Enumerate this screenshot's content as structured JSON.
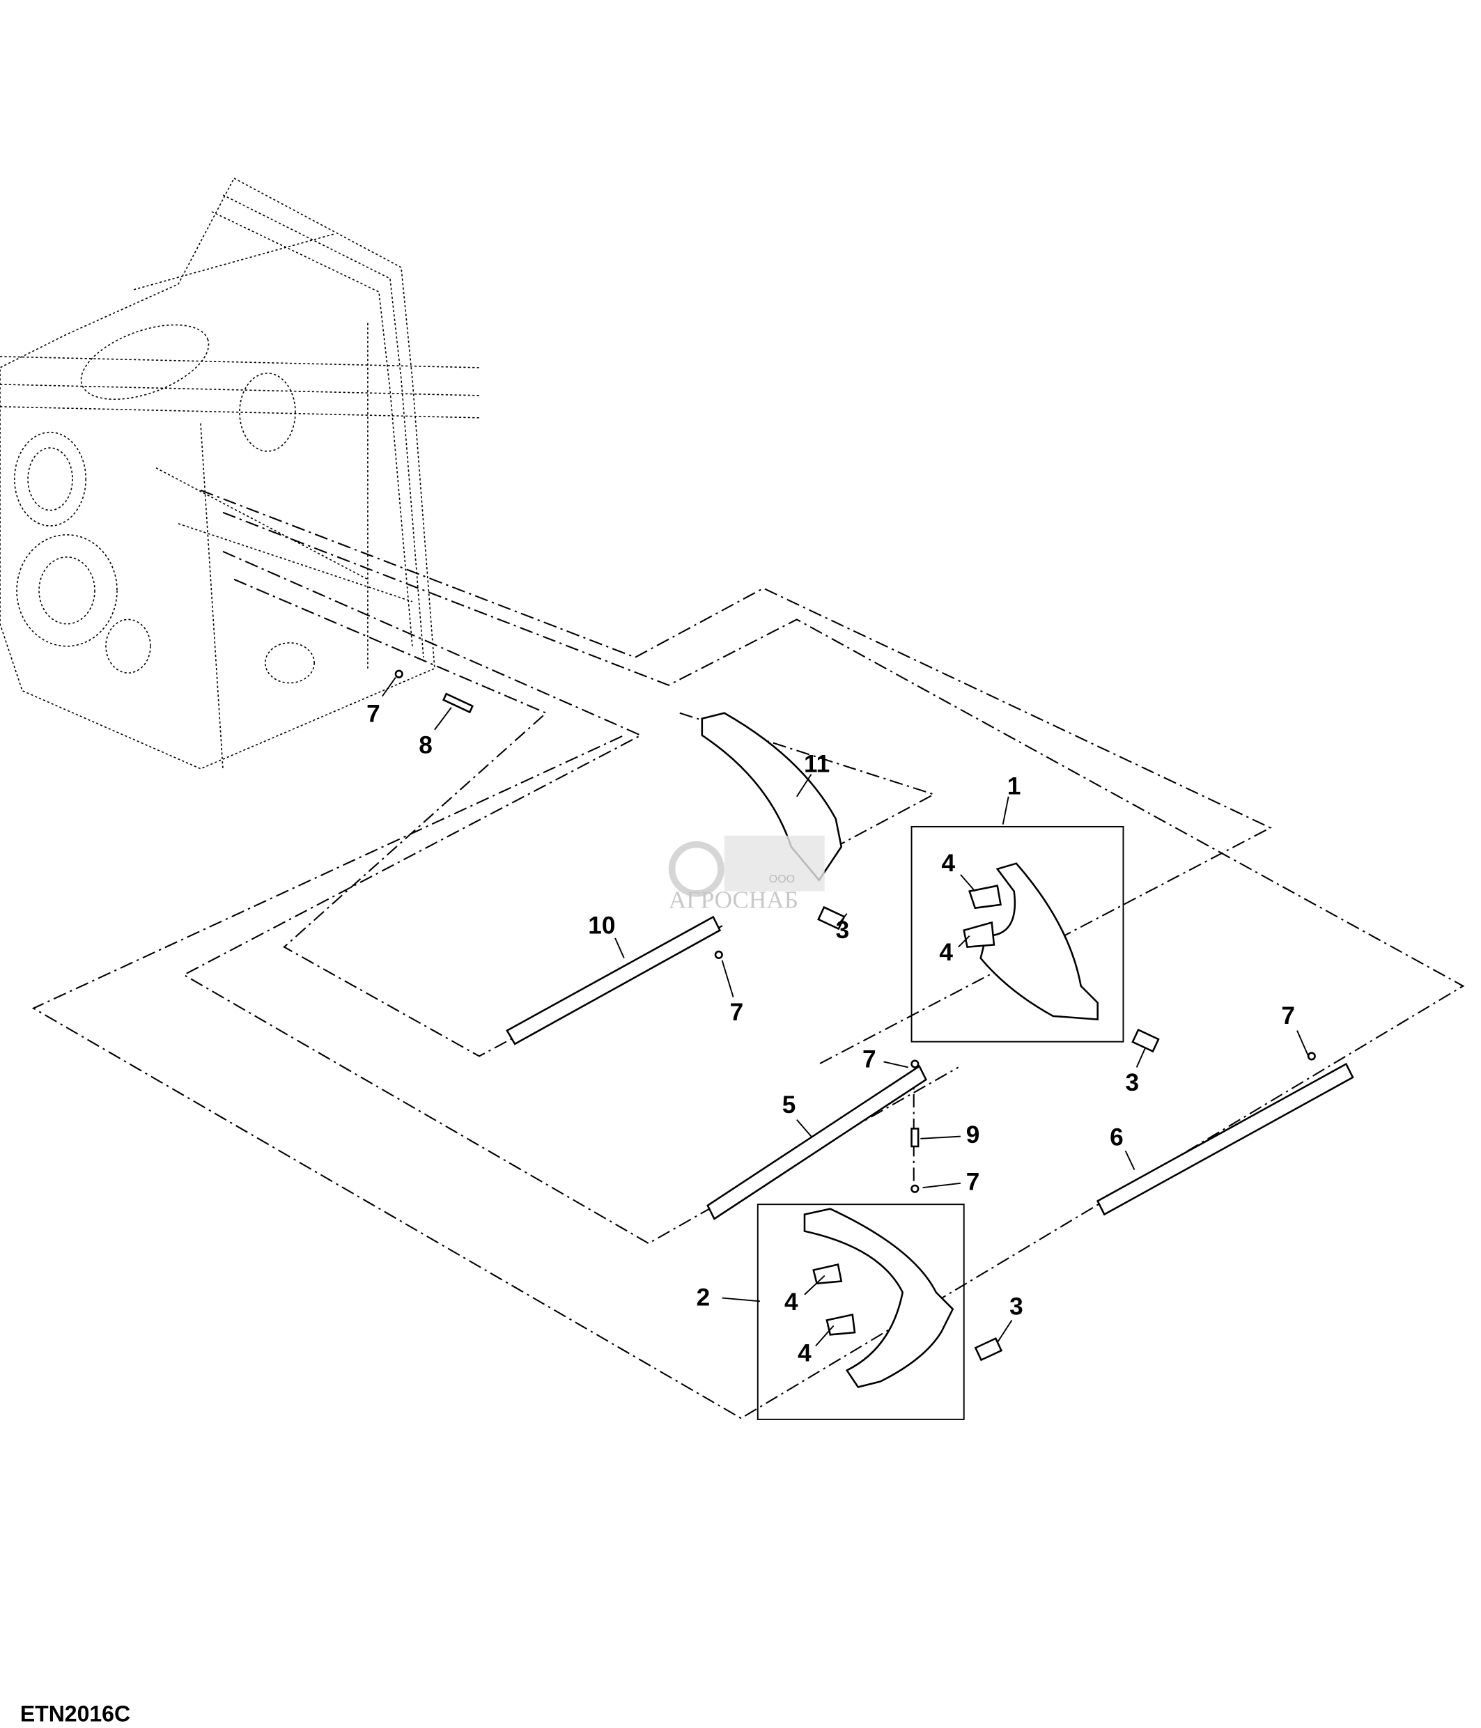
{
  "diagram": {
    "figure_code": "ETN2016C",
    "callouts": [
      "7",
      "8",
      "11",
      "1",
      "4",
      "4",
      "10",
      "3",
      "7",
      "7",
      "3",
      "7",
      "5",
      "9",
      "7",
      "6",
      "2",
      "4",
      "4",
      "3"
    ],
    "watermark": {
      "top": "ООО",
      "name": "АГРОСНАБ"
    }
  }
}
